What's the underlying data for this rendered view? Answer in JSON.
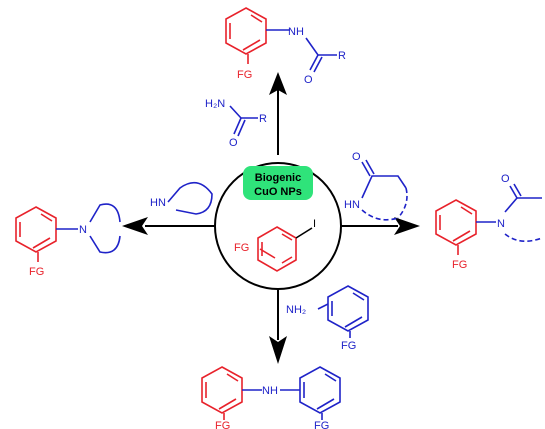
{
  "catalyst": {
    "line1": "Biogenic",
    "line2": "CuO NPs",
    "highlight_color": "#2fe37a"
  },
  "substrate": {
    "halogen": "I",
    "fg": "FG"
  },
  "top": {
    "reagent_amine": "H₂N",
    "reagent_r": "R",
    "reagent_o": "O",
    "product_nh": "NH",
    "product_fg": "FG",
    "product_r": "R",
    "product_o": "O"
  },
  "left": {
    "reagent_hn": "HN",
    "product_n": "N",
    "product_fg": "FG"
  },
  "right": {
    "reagent_hn": "HN",
    "reagent_o": "O",
    "product_n": "N",
    "product_fg": "FG",
    "product_o": "O"
  },
  "bottom": {
    "reagent_amine": "NH₂",
    "reagent_fg": "FG",
    "product_nh": "NH",
    "product_fg_left": "FG",
    "product_fg_right": "FG"
  },
  "colors": {
    "aryl_halide": "#e8222b",
    "nucleophile": "#1f23c8",
    "arrow": "#000000"
  }
}
